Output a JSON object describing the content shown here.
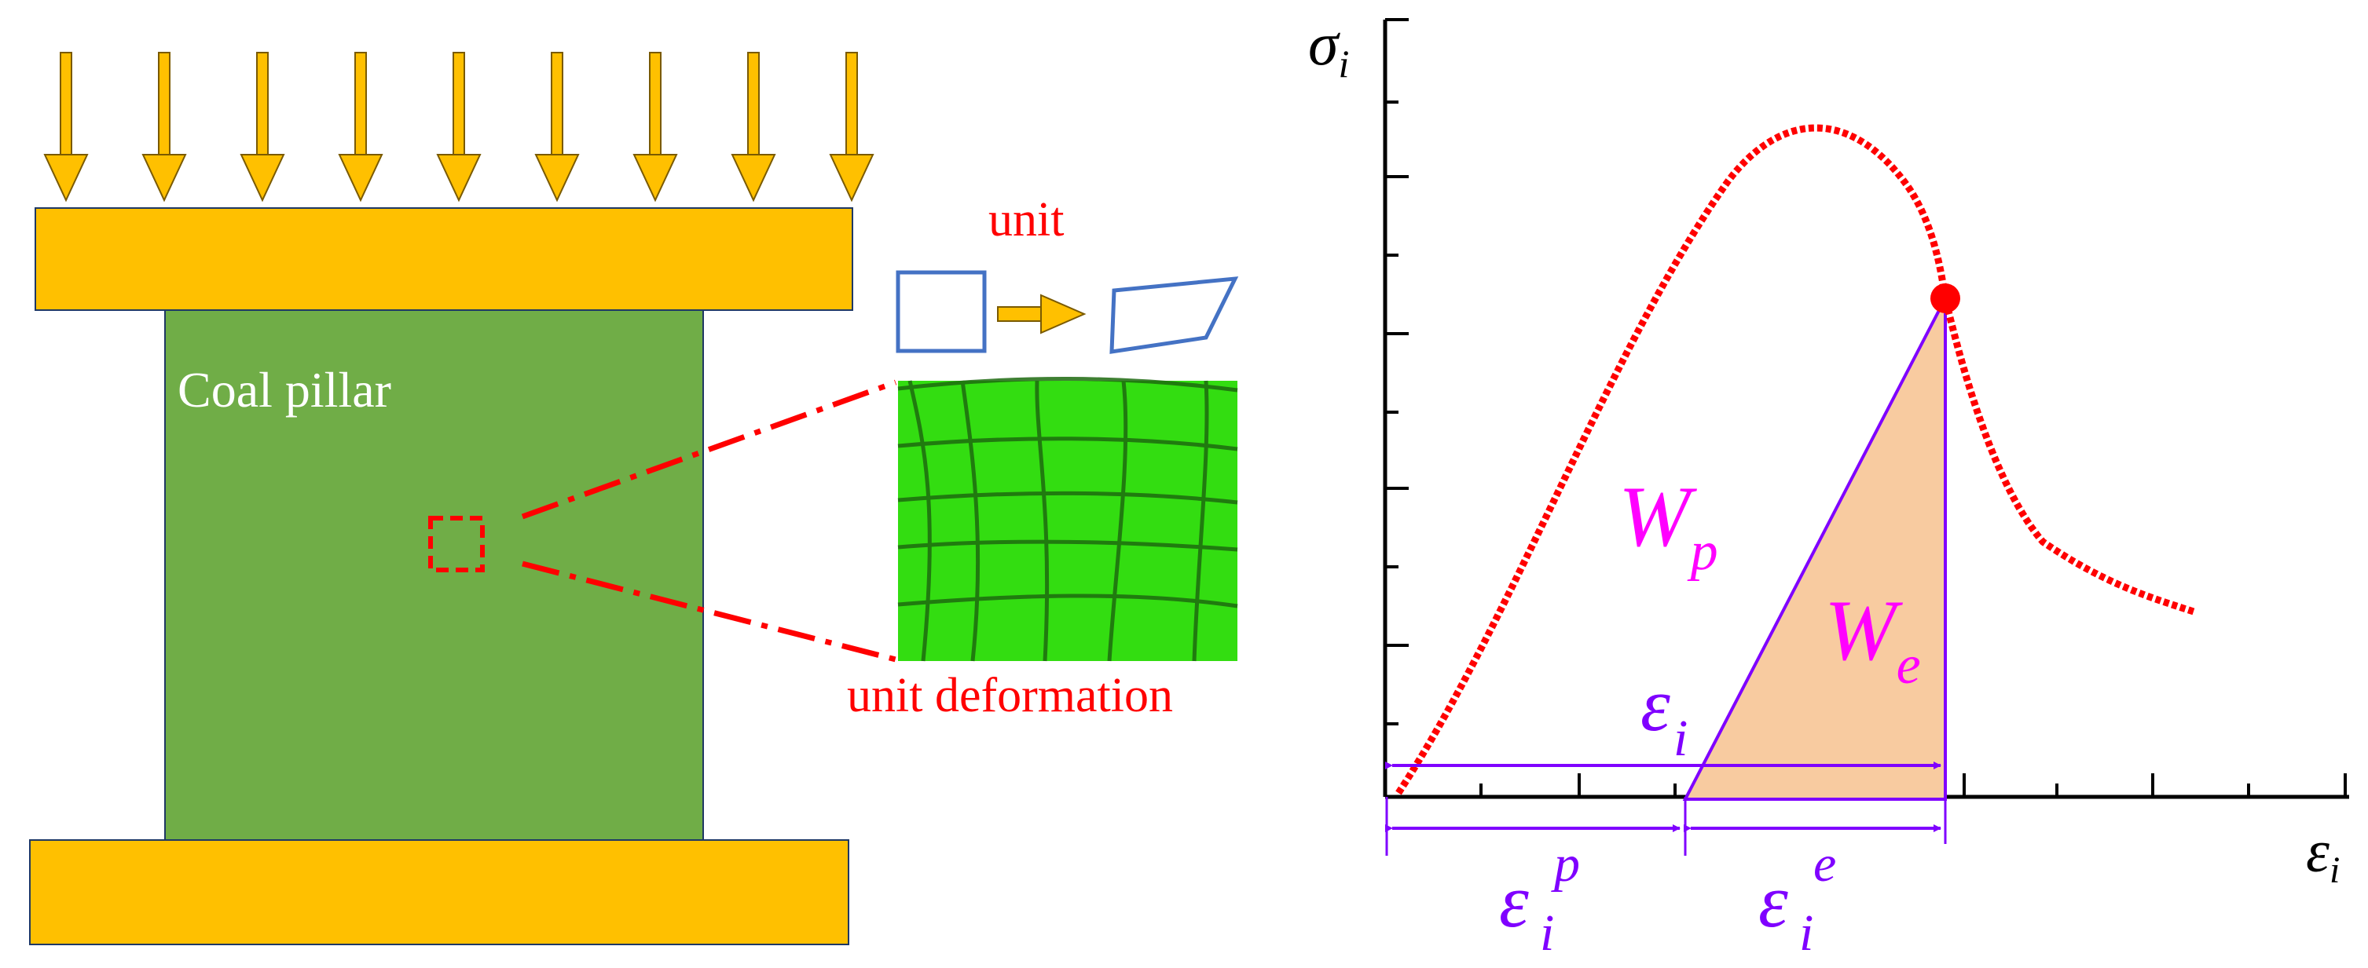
{
  "left_panel": {
    "pillar_label": "Coal pillar",
    "unit_label": "unit",
    "deformation_label": "unit deformation"
  },
  "right_panel": {
    "y_axis_symbol": "σ",
    "y_axis_subscript": "i",
    "x_axis_symbol": "ε",
    "x_axis_subscript": "i",
    "wp_symbol": "W",
    "wp_subscript": "p",
    "we_symbol": "W",
    "we_subscript": "e",
    "eps_total_symbol": "ε",
    "eps_total_subscript": "i",
    "eps_plastic_symbol": "ε",
    "eps_plastic_subscript": "i",
    "eps_plastic_superscript": "p",
    "eps_elastic_symbol": "ε",
    "eps_elastic_subscript": "i",
    "eps_elastic_superscript": "e"
  },
  "colors": {
    "load_yellow": "#FFC000",
    "pillar_green": "#70AD47",
    "mesh_green": "#33DD11",
    "curve_red": "#FF0000",
    "energy_fill": "#F8CBA0",
    "purple": "#7F00FF",
    "magenta": "#FF00FF",
    "unit_blue": "#4472C4"
  }
}
